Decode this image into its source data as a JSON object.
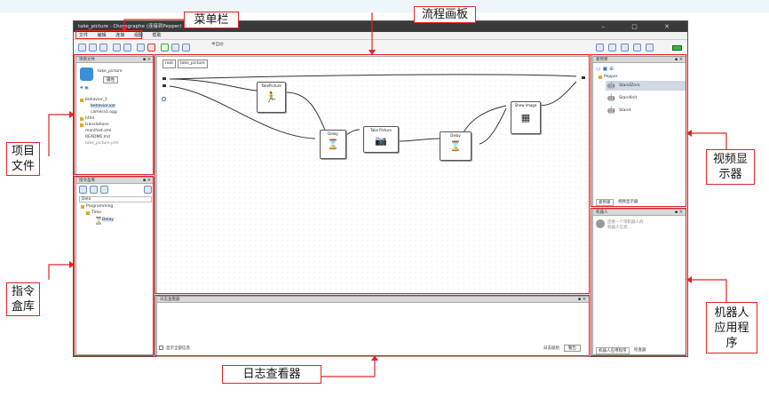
{
  "window": {
    "title": "take_picture - Choregraphe (连接到Pepper)",
    "controls": "– ▢ ✕"
  },
  "menu": [
    "文件",
    "编辑",
    "连接",
    "视图",
    "帮助"
  ],
  "toolbar": {
    "speed_label": "半自动"
  },
  "project_panel": {
    "header": "项目文件",
    "project_name": "take_picture",
    "props_button": "属性",
    "files": [
      "behavior_1",
      "behavior.xar",
      "camera1.ogg",
      "html",
      "translations",
      "manifest.xml",
      "README.md",
      "take_picture.pml"
    ]
  },
  "library_panel": {
    "header": "指令盒库",
    "filter": "Dela",
    "tree": [
      "Programming",
      "Time",
      "Delay"
    ]
  },
  "canvas": {
    "breadcrumb": [
      "root",
      "take_picture"
    ],
    "boxes": {
      "take_picture_box": "TakePicture",
      "delay1": "Delay",
      "take_picture2": "Take Picture",
      "delay2": "Delay",
      "show_image": "Show Image"
    }
  },
  "video_panel": {
    "header": "姿势库",
    "group": "Pepper",
    "items": [
      "StandZero",
      "StandInit",
      "Stand"
    ],
    "tabs": [
      "姿势库",
      "视频显示器"
    ]
  },
  "robot_apps_panel": {
    "header": "机器人",
    "hint_line1": "连接一个带机器人的",
    "hint_line2": "机器人信息…",
    "tabs": [
      "机器人应用程序",
      "检查器"
    ]
  },
  "log_panel": {
    "header": "日志查看器",
    "checkbox_label": "显示全部信息",
    "level_label": "日志级别",
    "level_value": "警告"
  },
  "callouts": {
    "menubar": "菜单栏",
    "canvas": "流程画板",
    "project": "项目\n文件",
    "library": "指令\n盒库",
    "video": "视频显\n示器",
    "robot_apps": "机器人\n应用程\n序",
    "log": "日志查看器"
  }
}
